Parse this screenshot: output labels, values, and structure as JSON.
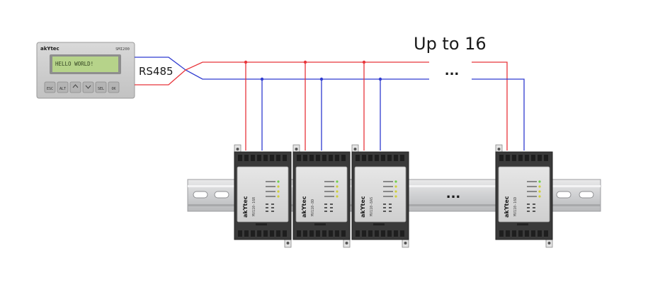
{
  "hmi": {
    "brand": "akYtec",
    "model": "SMI200",
    "display_text": "HELLO WORLD!",
    "buttons": [
      "ESC",
      "ALT",
      "",
      "",
      "SEL",
      "OK"
    ]
  },
  "bus_label": "RS485",
  "count_label": "Up to 16",
  "ellipsis_top": "...",
  "ellipsis_modules": "...",
  "modules": [
    {
      "brand": "akYtec",
      "model": "MV110-16R"
    },
    {
      "brand": "akYtec",
      "model": "MV110-8D"
    },
    {
      "brand": "akYtec",
      "model": "MV110-8AS"
    },
    {
      "brand": "akYtec",
      "model": "MV110-16D"
    }
  ],
  "colors": {
    "line_a": "#e8343a",
    "line_b": "#2e3ad0",
    "rail": "#cfd0d2",
    "module_body": "#3a3a3a",
    "module_face": "#dcdcdc",
    "lcd": "#b6d38a"
  }
}
